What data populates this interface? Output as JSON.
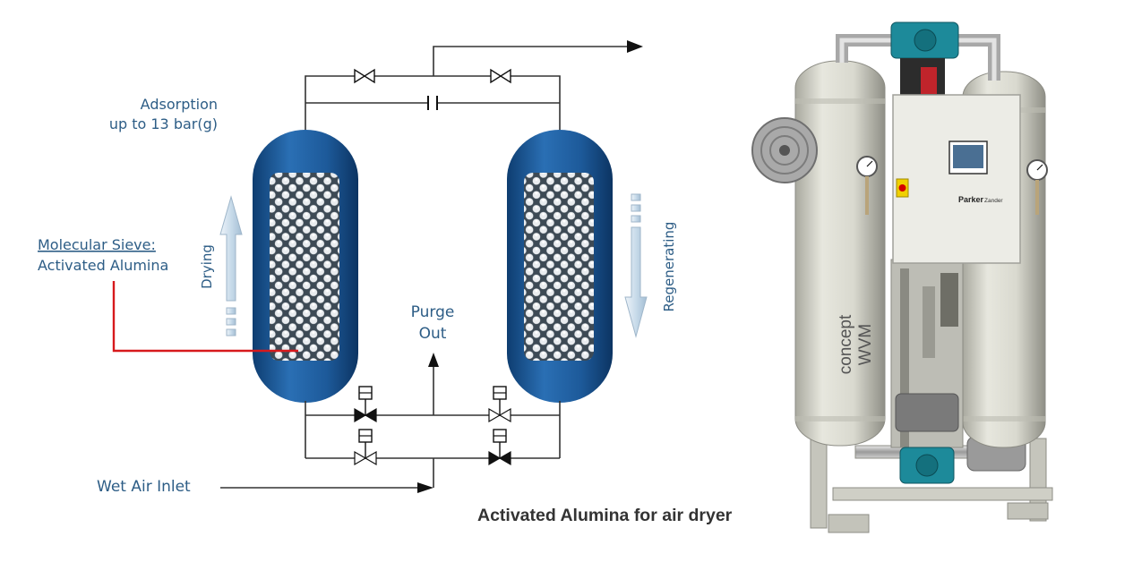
{
  "labels": {
    "adsorption_line1": "Adsorption",
    "adsorption_line2": "up to 13 bar(g)",
    "sieve_line1": "Molecular Sieve:",
    "sieve_line2": "Activated Alumina",
    "drying": "Drying",
    "regenerating": "Regenerating",
    "purge_line1": "Purge",
    "purge_line2": "Out",
    "wet_air_inlet": "Wet Air Inlet"
  },
  "machine": {
    "brand": "Parker",
    "brand_sub": "Zander",
    "model_line1": "concept",
    "model_line2": "WVM"
  },
  "caption": "Activated Alumina for air dryer",
  "colors": {
    "label_text": "#2d5d86",
    "vessel": "#1d5a9a",
    "pipe": "#333333",
    "pointer": "#d7191c",
    "arrow": "#b9cfe2",
    "machine_body": "#dcdcd2",
    "valve_body": "#1d8a9a"
  }
}
